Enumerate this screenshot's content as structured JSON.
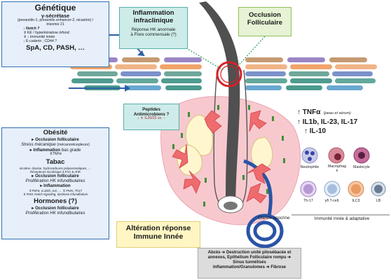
{
  "genetics": {
    "title": "Génétique",
    "subtitle": "γ-sécrétase",
    "genes": "(presenilin-1, presenilin enhancer-2, nicastrin) /",
    "trisomy": "trisomie 21",
    "notch": "↓ Notch ?",
    "ke": "↯ KE / hyperkératose infund.",
    "immunity": "↯ ↓ Immunité innée",
    "cadherin": "↓ E-caderin ; CD44 ?",
    "syndromes": "SpA, CD, PASH, …"
  },
  "inflammation_box": {
    "title_line1": "Inflammation",
    "title_line2": "infraclinique",
    "text_line1": "Réponse HK anormale",
    "text_line2": "à Flore commensale (?)"
  },
  "occlusion_box": {
    "line1": "Occlusion",
    "line2": "Folliculaire"
  },
  "peptides_box": {
    "line1": "Peptides",
    "line2": "Antimicrobiens ?",
    "line3": "↓ ↯ IL20/22 vs. ↑"
  },
  "cytokines": {
    "line1_main": "↑ TNFα",
    "line1_note": "(peau et sérum)",
    "line2": "↑ IL1b, IL-23, IL-17",
    "line3": "↑ IL-10"
  },
  "immune_cells": {
    "row1": [
      "Neutrophile",
      "Macrophag e",
      "Mastocyte"
    ],
    "row2": [
      "Th-17",
      "γδ T-cell.",
      "ILC3",
      "LB"
    ],
    "footer": "Immunité innée & adaptative"
  },
  "risk_box": {
    "obesity_title": "Obésité",
    "obesity_l1": "▸ Occlusion folliculaire",
    "obesity_l2": "Stress mécanique",
    "obesity_l2_note": "(mécanorécepteurs)",
    "obesity_l3": "▸ Inflammation",
    "obesity_l3_tail": "bas grade",
    "obesity_l4": "↯TNFα",
    "tobacco_title": "Tabac",
    "tobacco_l1": "nicotine, dioxine, hydrocarbures polyaromatiques, …",
    "tobacco_l2": "Récepteurs nicotinique à FAC & AhR",
    "tobacco_l3": "▸ Occlusion folliculaire",
    "tobacco_l4": "Prolifération HK infundibulaires",
    "tobacco_l5": "▸ Inflammation",
    "tobacco_l6": "↯TNFα, IL1b/6, IL8, … ↯ PNN, Th17",
    "tobacco_l7": "↯ PAM, Notch signaling, dysbiose infundibulum",
    "hormones_title": "Hormones (?)",
    "hormones_l1": "▸ Occlusion folliculaire",
    "hormones_l2": "Prolifération HK infundibulaires"
  },
  "immune_alteration": {
    "line1": "Altération réponse",
    "line2": "Immune Innée"
  },
  "gland_label": "Glande apocrine",
  "outcome_box": {
    "line1": "Abcès ➔ Destruction unité pilosébacée et",
    "line2": "annexes, Epithélium Folliculaire rompu ➔",
    "line3": "Sinus tunnélisés",
    "line4": "Inflammation/Granulomes ➔ Fibrose"
  }
}
